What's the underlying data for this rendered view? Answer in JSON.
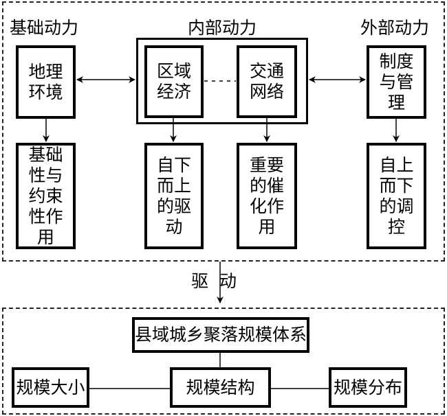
{
  "groups": {
    "basic": {
      "label": "基础动力"
    },
    "internal": {
      "label": "内部动力"
    },
    "external": {
      "label": "外部动力"
    }
  },
  "top_boxes": {
    "geography": {
      "lines": [
        "地理",
        "环境"
      ]
    },
    "regional_economy": {
      "lines": [
        "区域",
        "经济"
      ]
    },
    "transport_network": {
      "lines": [
        "交通",
        "网络"
      ]
    },
    "institution_management": {
      "lines": [
        "制度",
        "与管",
        "理"
      ]
    }
  },
  "effect_boxes": {
    "basic_constraint": {
      "lines": [
        "基础",
        "性与",
        "约束",
        "性作",
        "用"
      ]
    },
    "bottom_up": {
      "lines": [
        "自下",
        "而上",
        "的驱",
        "动"
      ]
    },
    "catalytic": {
      "lines": [
        "重要",
        "的催",
        "化作",
        "用"
      ]
    },
    "top_down": {
      "lines": [
        "自上",
        "而下",
        "的调",
        "控"
      ]
    }
  },
  "drive_label": "驱 动",
  "system": {
    "title": "县域城乡聚落规模体系",
    "size": "规模大小",
    "structure": "规模结构",
    "distribution": "规模分布"
  }
}
